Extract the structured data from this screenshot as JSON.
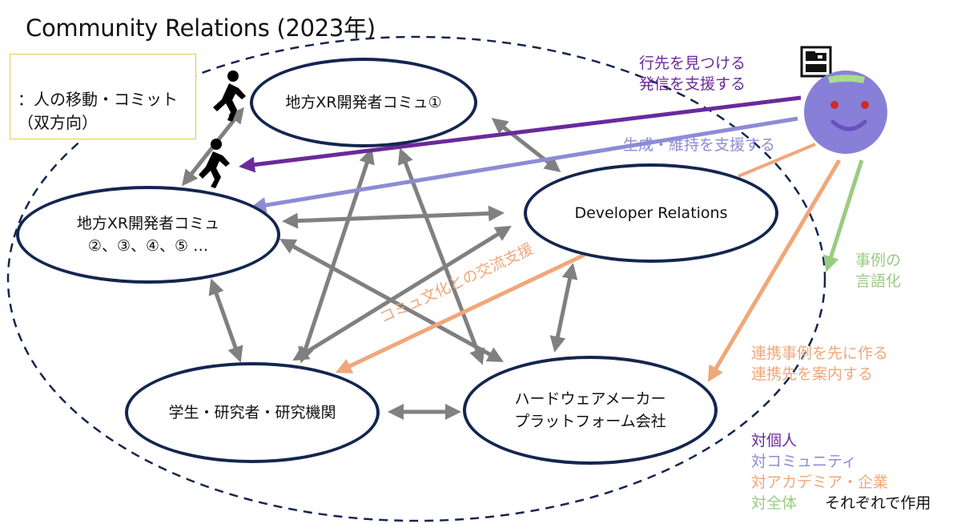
{
  "title": "Community Relations (2023年)",
  "legend": {
    "line1": "：人の移動・コミット",
    "line2": "（双方向）"
  },
  "nodes": {
    "local_comm_1": "地方XR開発者コミュ①",
    "local_comm_2_line1": "地方XR開発者コミュ",
    "local_comm_2_line2": "②、③、④、⑤ …",
    "devrel": "Developer Relations",
    "students": "学生・研究者・研究機関",
    "hardware_line1": "ハードウェアメーカー",
    "hardware_line2": "プラットフォーム会社"
  },
  "annotations": {
    "purple_line1": "行先を見つける",
    "purple_line2": "発信を支援する",
    "lavender": "生成・維持を支援する",
    "orange_diag": "コミュ文化との交流支援",
    "green_line1": "事例の",
    "green_line2": "言語化",
    "orange_line1": "連携事例を先に作る",
    "orange_line2": "連携先を案内する"
  },
  "key": {
    "individual": "対個人",
    "community": "対コミュニティ",
    "academia": "対アカデミア・企業",
    "whole": "対全体",
    "note": "それぞれで作用"
  },
  "colors": {
    "purple": "#6a2a9a",
    "lavender": "#8e8bd6",
    "orange": "#f0a77a",
    "green": "#9acb82",
    "gray": "#808080",
    "navy": "#14264f",
    "face": "#8880d8",
    "face_top": "#a8dc8a",
    "eyes": "#d02a2a"
  }
}
